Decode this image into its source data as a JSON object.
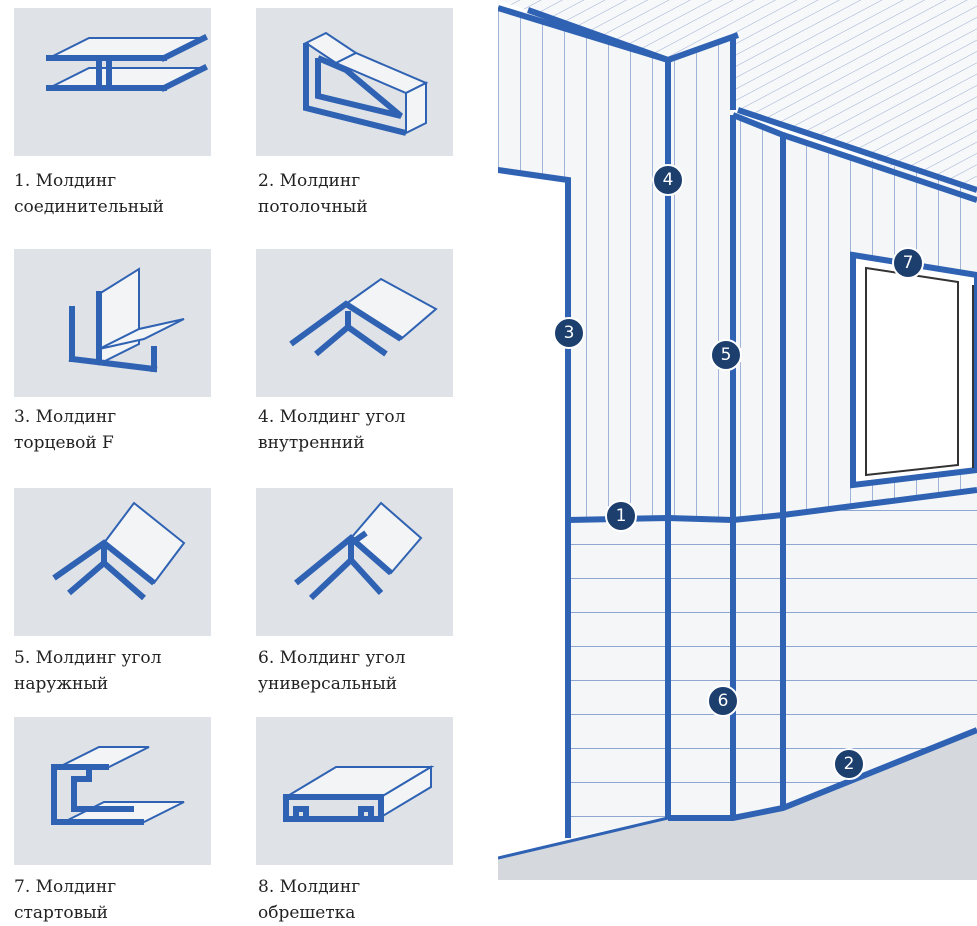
{
  "colors": {
    "accent_blue": "#2f62b3",
    "profile_fill": "#f2f4f6",
    "tile_bg": "#dfe3e7",
    "marker_fill": "#1c3f6e"
  },
  "moldings": [
    {
      "icon": "connecting-molding-icon",
      "line1": "1. Молдинг",
      "line2": "соединительный"
    },
    {
      "icon": "ceiling-molding-icon",
      "line1": "2. Молдинг",
      "line2": "потолочный"
    },
    {
      "icon": "end-f-molding-icon",
      "line1": "3. Молдинг",
      "line2": "торцевой F"
    },
    {
      "icon": "inner-corner-molding-icon",
      "line1": "4. Молдинг угол",
      "line2": "внутренний"
    },
    {
      "icon": "outer-corner-molding-icon",
      "line1": "5. Молдинг угол",
      "line2": "наружный"
    },
    {
      "icon": "universal-corner-molding-icon",
      "line1": "6. Молдинг угол",
      "line2": "универсальный"
    },
    {
      "icon": "starter-molding-icon",
      "line1": "7. Молдинг",
      "line2": "стартовый"
    },
    {
      "icon": "lathing-molding-icon",
      "line1": "8. Молдинг",
      "line2": "обрешетка"
    }
  ],
  "scene_markers": [
    "1",
    "2",
    "3",
    "4",
    "5",
    "6",
    "7"
  ]
}
